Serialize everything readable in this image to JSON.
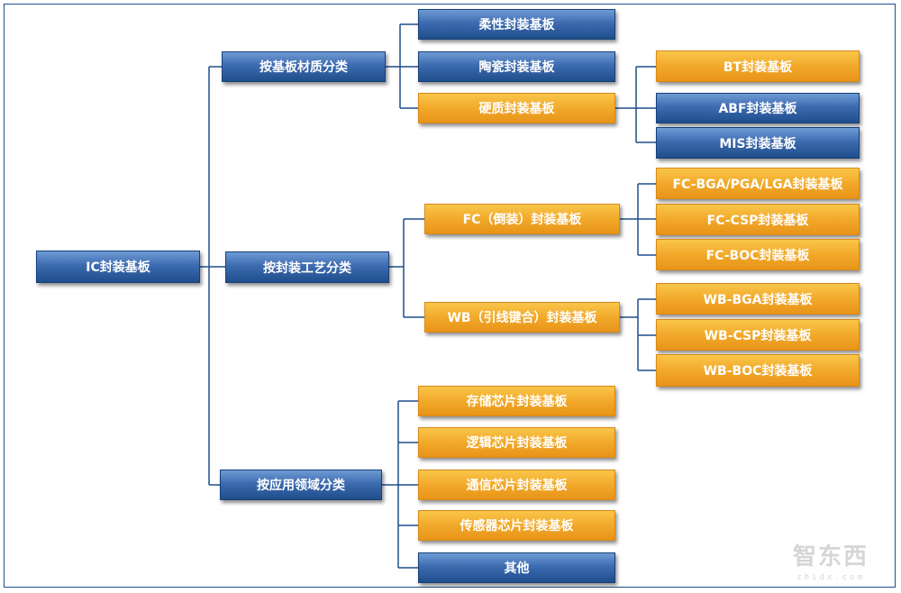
{
  "root": {
    "label": "IC封装基板"
  },
  "categories": {
    "material": {
      "label": "按基板材质分类"
    },
    "process": {
      "label": "按封装工艺分类"
    },
    "application": {
      "label": "按应用领域分类"
    }
  },
  "material_items": {
    "flexible": {
      "label": "柔性封装基板"
    },
    "ceramic": {
      "label": "陶瓷封装基板"
    },
    "rigid": {
      "label": "硬质封装基板"
    }
  },
  "rigid_items": {
    "bt": {
      "label": "BT封装基板"
    },
    "abf": {
      "label": "ABF封装基板"
    },
    "mis": {
      "label": "MIS封装基板"
    }
  },
  "process_items": {
    "fc": {
      "label": "FC（倒装）封装基板"
    },
    "wb": {
      "label": "WB（引线键合）封装基板"
    }
  },
  "fc_items": {
    "bga": {
      "label": "FC-BGA/PGA/LGA封装基板"
    },
    "csp": {
      "label": "FC-CSP封装基板"
    },
    "boc": {
      "label": "FC-BOC封装基板"
    }
  },
  "wb_items": {
    "bga": {
      "label": "WB-BGA封装基板"
    },
    "csp": {
      "label": "WB-CSP封装基板"
    },
    "boc": {
      "label": "WB-BOC封装基板"
    }
  },
  "application_items": {
    "memory": {
      "label": "存储芯片封装基板"
    },
    "logic": {
      "label": "逻辑芯片封装基板"
    },
    "comm": {
      "label": "通信芯片封装基板"
    },
    "sensor": {
      "label": "传感器芯片封装基板"
    },
    "other": {
      "label": "其他"
    }
  },
  "watermark": {
    "main": "智东西",
    "sub": "zhidx.com"
  },
  "colors": {
    "blue": "#1f4e8c",
    "orange": "#f2a92a",
    "line": "#1f4e8c"
  }
}
